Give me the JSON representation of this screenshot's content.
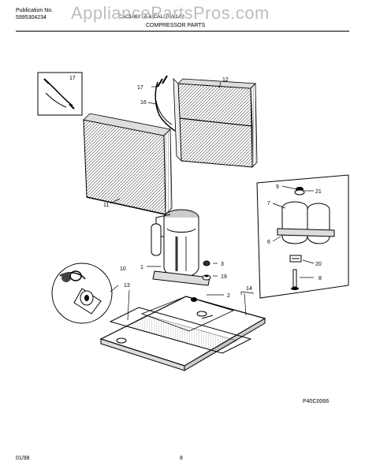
{
  "header": {
    "publication_label": "Publication No.",
    "publication_number": "5995304234",
    "model_numbers": "CAC106Y1A  &  CAL106Y1A2",
    "section_title": "COMPRESSOR PARTS",
    "watermark": "AppliancePartsPros.com"
  },
  "callouts": [
    "17",
    "12",
    "17",
    "16",
    "11",
    "9",
    "21",
    "7",
    "6",
    "20",
    "8",
    "1",
    "3",
    "19",
    "2",
    "10",
    "13",
    "14"
  ],
  "diagram_code": "P40C0066",
  "footer": {
    "date": "01/98",
    "page": "8"
  }
}
